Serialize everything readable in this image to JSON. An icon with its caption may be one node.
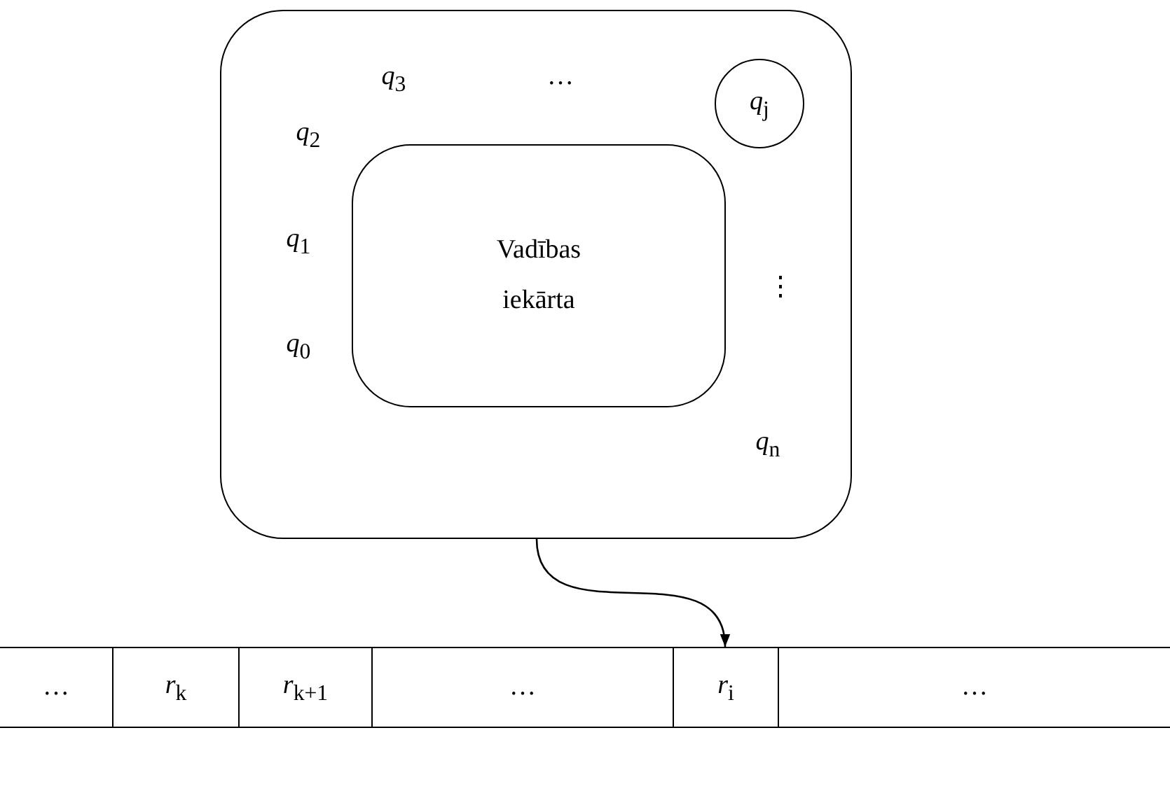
{
  "diagram": {
    "nodes": [
      {
        "text": [],
        "shape": "box"
      },
      {
        "text": [
          "Vadības iekārta"
        ],
        "in": 0
      },
      {
        "text": [
          "*q*$_{j}$"
        ],
        "in": 0
      },
      {
        "text": [
          "…"
        ]
      },
      {
        "text": [
          "*r*$_{k}$"
        ]
      },
      {
        "text": [
          "*r*$_{k+1}$"
        ]
      },
      {
        "text": [
          "…"
        ]
      },
      {
        "text": [
          "*r*$_{i}$"
        ]
      },
      {
        "text": [
          "…"
        ]
      }
    ],
    "edges": [
      {
        "from": 0,
        "to": 7,
        "arrow": "to"
      }
    ],
    "labels": [
      "*q*$_{3}$",
      "…",
      "*q*$_{2}$",
      "*q*$_{1}$",
      "⋮",
      "*q*$_{0}$",
      "*q*$_{n}$"
    ]
  }
}
